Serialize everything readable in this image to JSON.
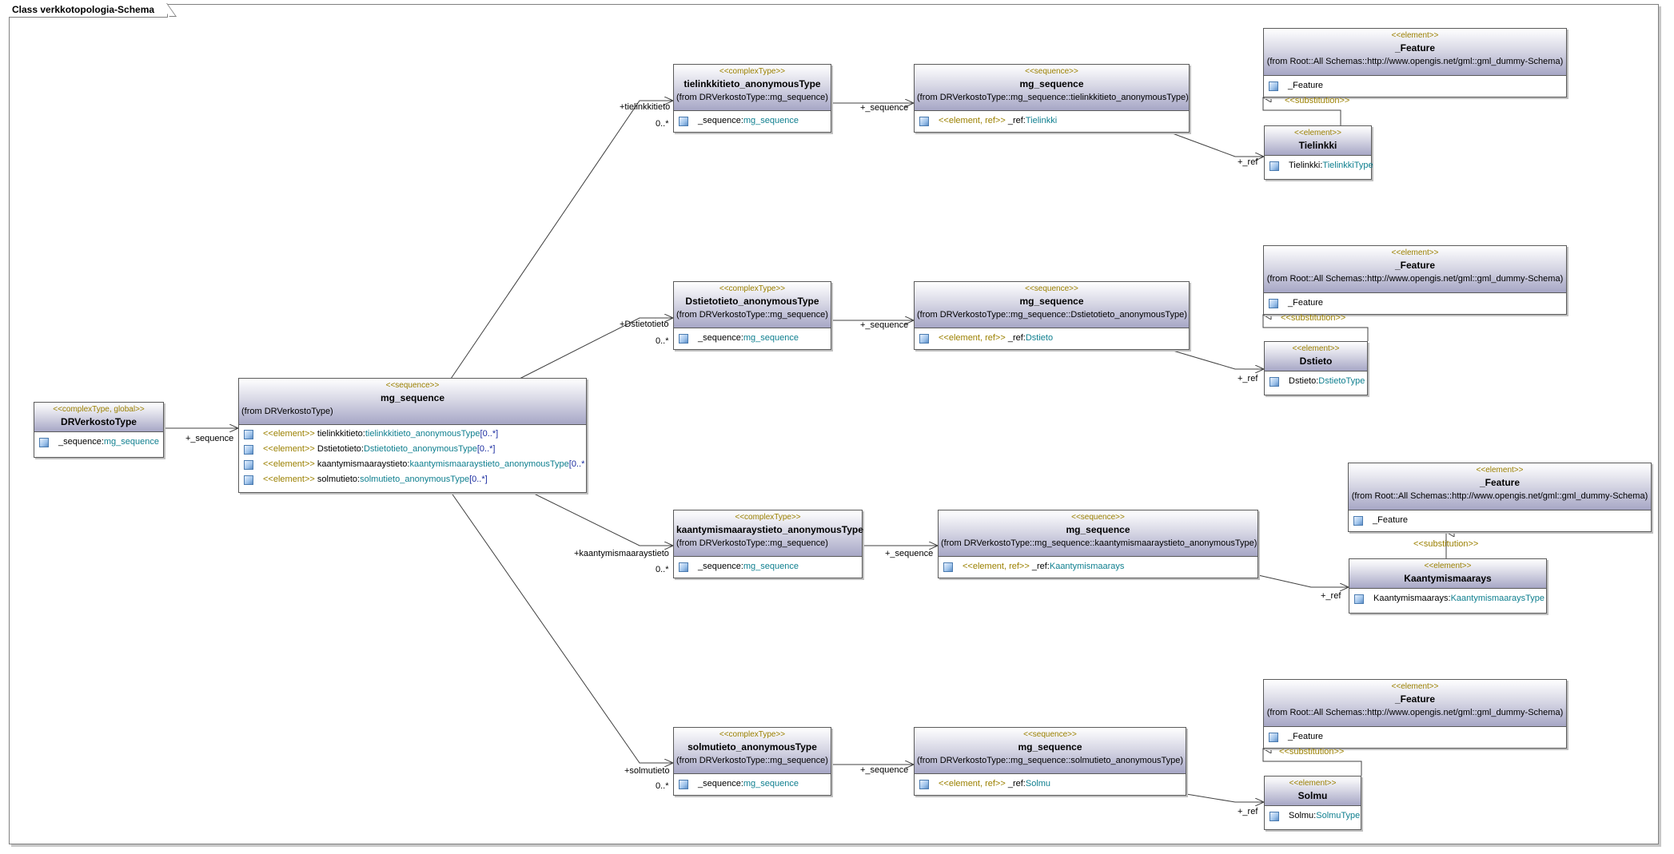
{
  "frame": {
    "title": "Class verkkotopologia-Schema"
  },
  "nodes": {
    "drverkosto": {
      "stereotype": "<<complexType, global>>",
      "name": "DRVerkostoType",
      "attrs": [
        {
          "name": "_sequence:",
          "type": "mg_sequence"
        }
      ]
    },
    "root_seq": {
      "stereotype": "<<sequence>>",
      "name": "mg_sequence",
      "from": "(from DRVerkostoType)",
      "attrs": [
        {
          "st": "<<element>>",
          "name": " tielinkkitieto:",
          "type": "tielinkkitieto_anonymousType",
          "mult": "[0..*]"
        },
        {
          "st": "<<element>>",
          "name": " Dstietotieto:",
          "type": "Dstietotieto_anonymousType",
          "mult": "[0..*]"
        },
        {
          "st": "<<element>>",
          "name": " kaantymismaaraystieto:",
          "type": "kaantymismaaraystieto_anonymousType",
          "mult": "[0..*"
        },
        {
          "st": "<<element>>",
          "name": " solmutieto:",
          "type": "solmutieto_anonymousType",
          "mult": "[0..*]"
        }
      ]
    },
    "ct1": {
      "stereotype": "<<complexType>>",
      "name": "tielinkkitieto_anonymousType",
      "from": "(from DRVerkostoType::mg_sequence)",
      "attrs": [
        {
          "name": "_sequence:",
          "type": "mg_sequence"
        }
      ]
    },
    "ct2": {
      "stereotype": "<<complexType>>",
      "name": "Dstietotieto_anonymousType",
      "from": "(from DRVerkostoType::mg_sequence)",
      "attrs": [
        {
          "name": "_sequence:",
          "type": "mg_sequence"
        }
      ]
    },
    "ct3": {
      "stereotype": "<<complexType>>",
      "name": "kaantymismaaraystieto_anonymousType",
      "from": "(from DRVerkostoType::mg_sequence)",
      "attrs": [
        {
          "name": "_sequence:",
          "type": "mg_sequence"
        }
      ]
    },
    "ct4": {
      "stereotype": "<<complexType>>",
      "name": "solmutieto_anonymousType",
      "from": "(from DRVerkostoType::mg_sequence)",
      "attrs": [
        {
          "name": "_sequence:",
          "type": "mg_sequence"
        }
      ]
    },
    "seq1": {
      "stereotype": "<<sequence>>",
      "name": "mg_sequence",
      "from": "(from DRVerkostoType::mg_sequence::tielinkkitieto_anonymousType)",
      "attrs": [
        {
          "st": "<<element, ref>>",
          "name": " _ref:",
          "type": "Tielinkki"
        }
      ]
    },
    "seq2": {
      "stereotype": "<<sequence>>",
      "name": "mg_sequence",
      "from": "(from DRVerkostoType::mg_sequence::Dstietotieto_anonymousType)",
      "attrs": [
        {
          "st": "<<element, ref>>",
          "name": " _ref:",
          "type": "Dstieto"
        }
      ]
    },
    "seq3": {
      "stereotype": "<<sequence>>",
      "name": "mg_sequence",
      "from": "(from DRVerkostoType::mg_sequence::kaantymismaaraystieto_anonymousType)",
      "attrs": [
        {
          "st": "<<element, ref>>",
          "name": " _ref:",
          "type": "Kaantymismaarays"
        }
      ]
    },
    "seq4": {
      "stereotype": "<<sequence>>",
      "name": "mg_sequence",
      "from": "(from DRVerkostoType::mg_sequence::solmutieto_anonymousType)",
      "attrs": [
        {
          "st": "<<element, ref>>",
          "name": " _ref:",
          "type": "Solmu"
        }
      ]
    },
    "feat1": {
      "stereotype": "<<element>>",
      "name": "_Feature",
      "from": "(from Root::All Schemas::http://www.opengis.net/gml::gml_dummy-Schema)",
      "attrs": [
        {
          "name": "_Feature"
        }
      ]
    },
    "feat2": {
      "stereotype": "<<element>>",
      "name": "_Feature",
      "from": "(from Root::All Schemas::http://www.opengis.net/gml::gml_dummy-Schema)",
      "attrs": [
        {
          "name": "_Feature"
        }
      ]
    },
    "feat3": {
      "stereotype": "<<element>>",
      "name": "_Feature",
      "from": "(from Root::All Schemas::http://www.opengis.net/gml::gml_dummy-Schema)",
      "attrs": [
        {
          "name": "_Feature"
        }
      ]
    },
    "feat4": {
      "stereotype": "<<element>>",
      "name": "_Feature",
      "from": "(from Root::All Schemas::http://www.opengis.net/gml::gml_dummy-Schema)",
      "attrs": [
        {
          "name": "_Feature"
        }
      ]
    },
    "el1": {
      "stereotype": "<<element>>",
      "name": "Tielinkki",
      "attrs": [
        {
          "name": "Tielinkki:",
          "type": "TielinkkiType"
        }
      ]
    },
    "el2": {
      "stereotype": "<<element>>",
      "name": "Dstieto",
      "attrs": [
        {
          "name": "Dstieto:",
          "type": "DstietoType"
        }
      ]
    },
    "el3": {
      "stereotype": "<<element>>",
      "name": "Kaantymismaarays",
      "attrs": [
        {
          "name": "Kaantymismaarays:",
          "type": "KaantymismaaraysType"
        }
      ]
    },
    "el4": {
      "stereotype": "<<element>>",
      "name": "Solmu",
      "attrs": [
        {
          "name": "Solmu:",
          "type": "SolmuType"
        }
      ]
    }
  },
  "labels": {
    "seq_main": "+_sequence",
    "tielinkkitieto": "+tielinkkitieto",
    "dstietotieto": "+Dstietotieto",
    "kaantymis": "+kaantymismaaraystieto",
    "solmutieto": "+solmutieto",
    "mult": "0..*",
    "seq": "+_sequence",
    "ref": "+_ref",
    "substitution": "<<substitution>>"
  },
  "colors": {
    "header_dark": "#a7a7c6",
    "stereotype": "#9b8000",
    "type": "#0f7f8f",
    "multiplicity": "#1a2ca0",
    "line": "#404040"
  }
}
